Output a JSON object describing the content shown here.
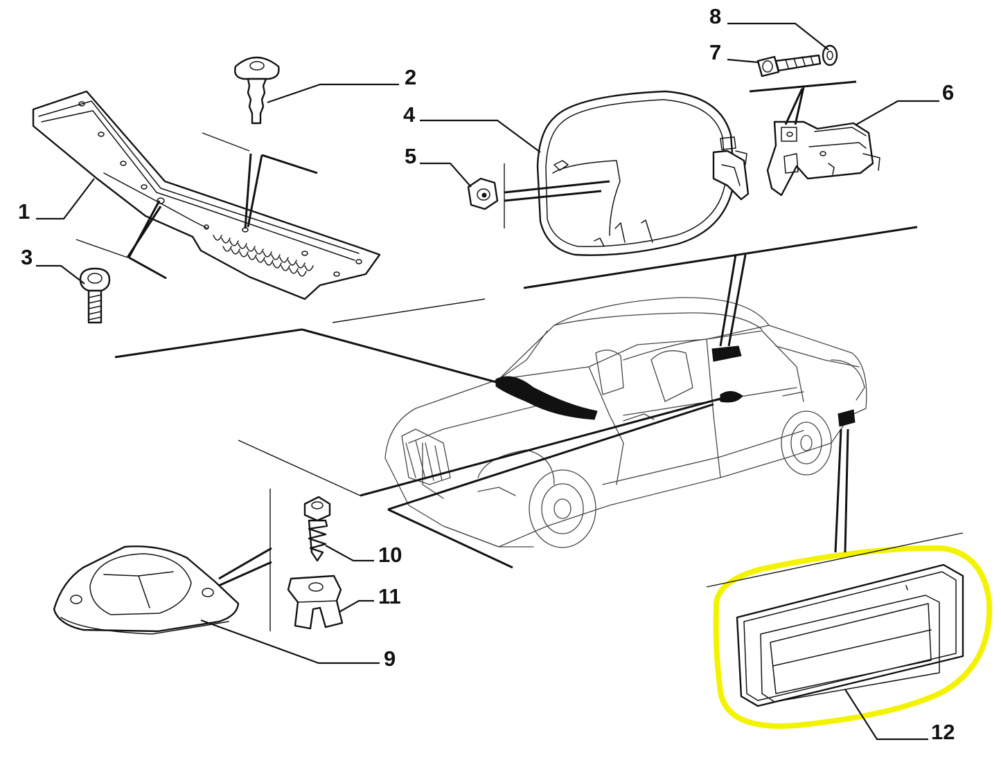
{
  "callouts": {
    "c1": "1",
    "c2": "2",
    "c3": "3",
    "c4": "4",
    "c5": "5",
    "c6": "6",
    "c7": "7",
    "c8": "8",
    "c9": "9",
    "c10": "10",
    "c11": "11",
    "c12": "12"
  },
  "colors": {
    "highlight": "#f3f300",
    "ink": "#111111",
    "background": "#ffffff"
  }
}
